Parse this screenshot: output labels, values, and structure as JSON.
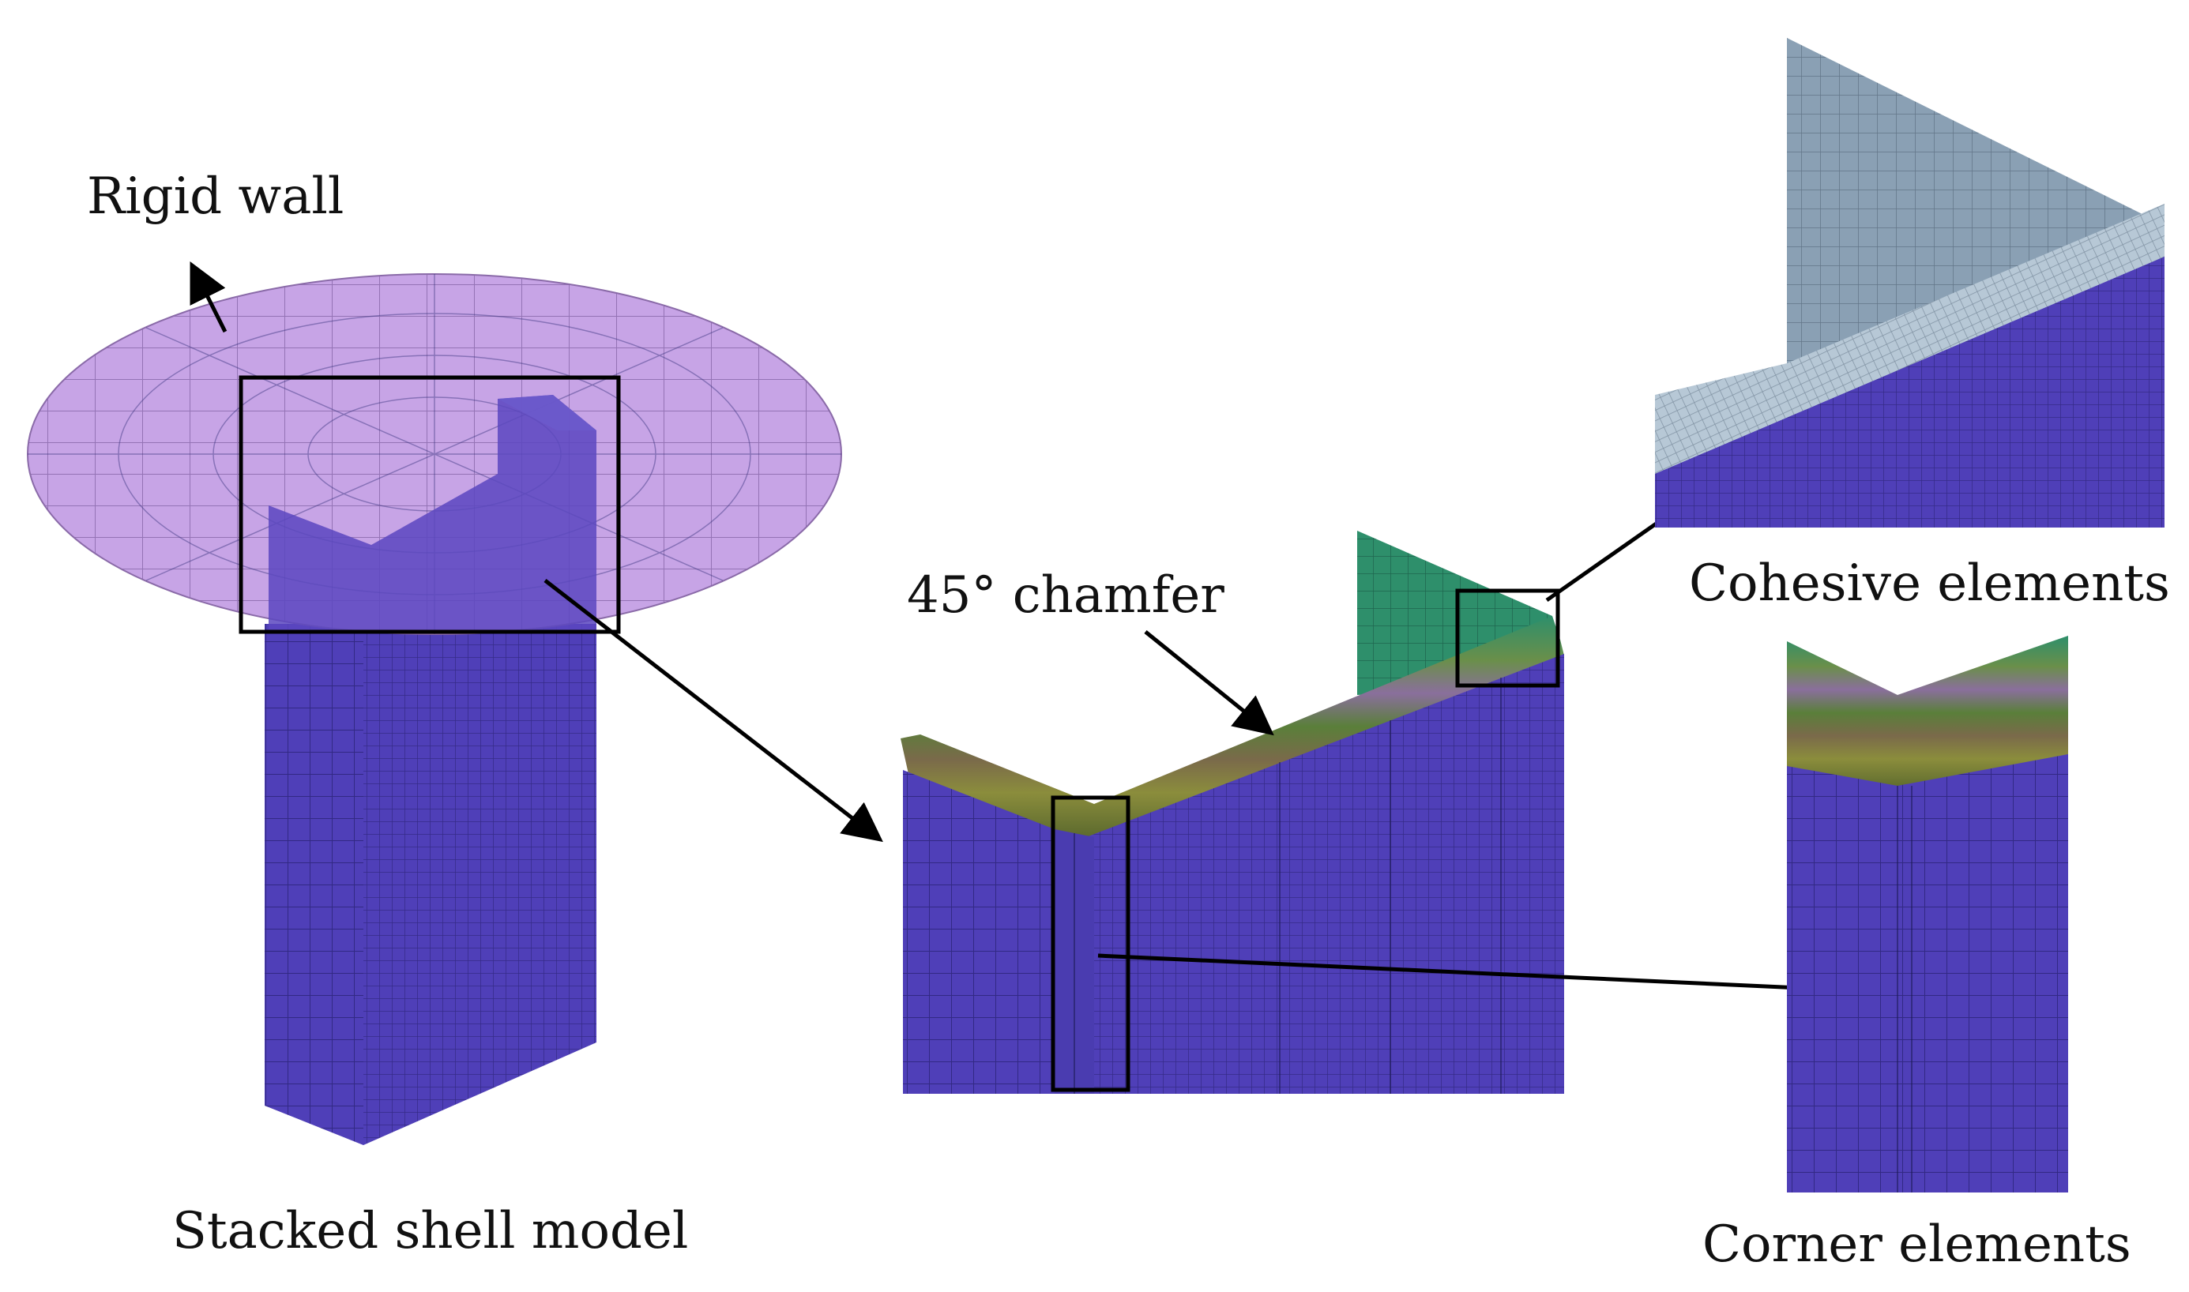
{
  "labels": {
    "rigid_wall": "Rigid wall",
    "stacked_shell_model": "Stacked shell model",
    "chamfer": "45° chamfer",
    "cohesive_elements": "Cohesive elements",
    "corner_elements": "Corner elements"
  },
  "colors": {
    "rigid_wall": "#c7a4e6",
    "shell_blue": "#4f3fb8",
    "chamfer_green": "#2e8f6b",
    "cohesive_gray": "#8aa0b4",
    "cohesive_light": "#b7c8d6"
  }
}
